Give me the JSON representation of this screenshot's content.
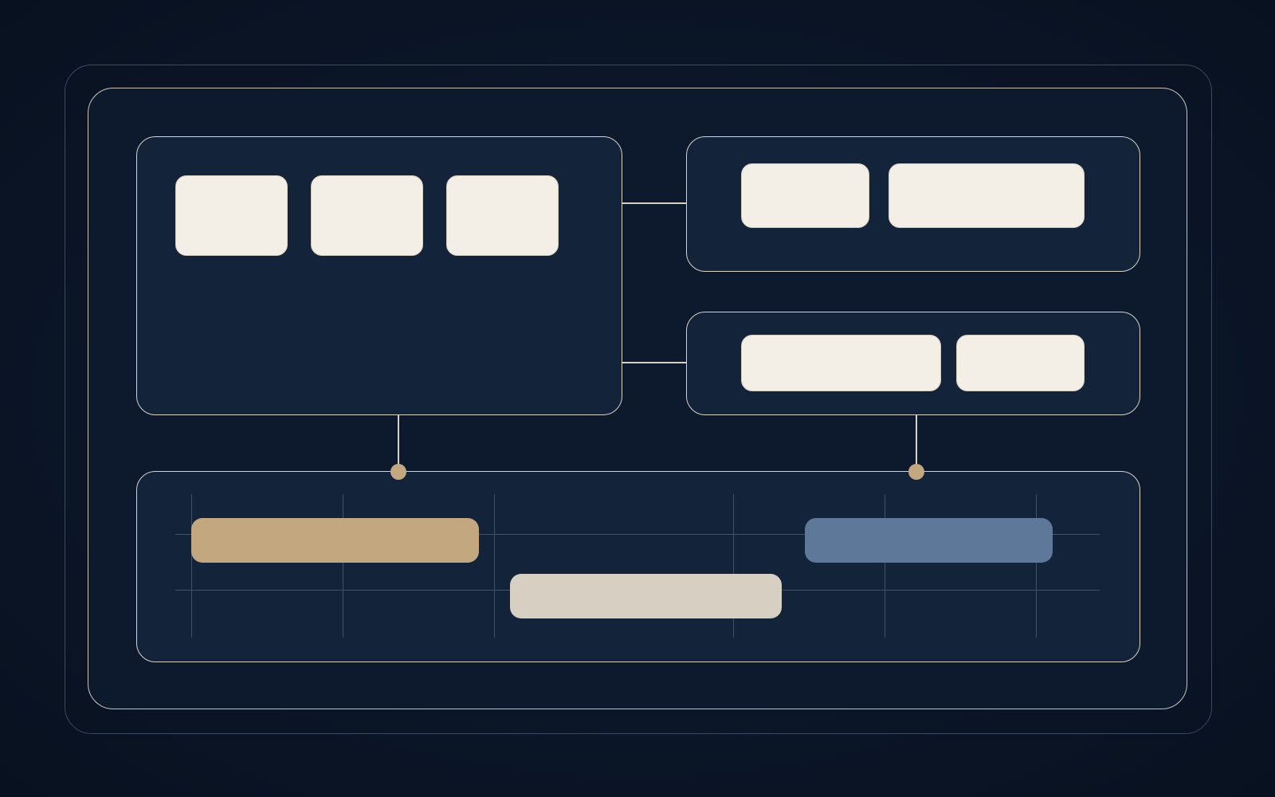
{
  "diagram": {
    "colors": {
      "background": "#0b1628",
      "panel_fill": "#12233a",
      "panel_border": "#d9d1c2",
      "tile_fill": "#f4efe6",
      "accent_gold": "#c3a77f",
      "accent_blue": "#5d7898",
      "neutral_cream": "#d7cfc1",
      "grid": "#3f5068"
    },
    "panels": [
      {
        "id": "main-panel",
        "tiles": 3
      },
      {
        "id": "top-right-panel",
        "tiles": 2
      },
      {
        "id": "mid-right-panel",
        "tiles": 2
      },
      {
        "id": "timeline-panel",
        "bars": 3
      }
    ]
  }
}
